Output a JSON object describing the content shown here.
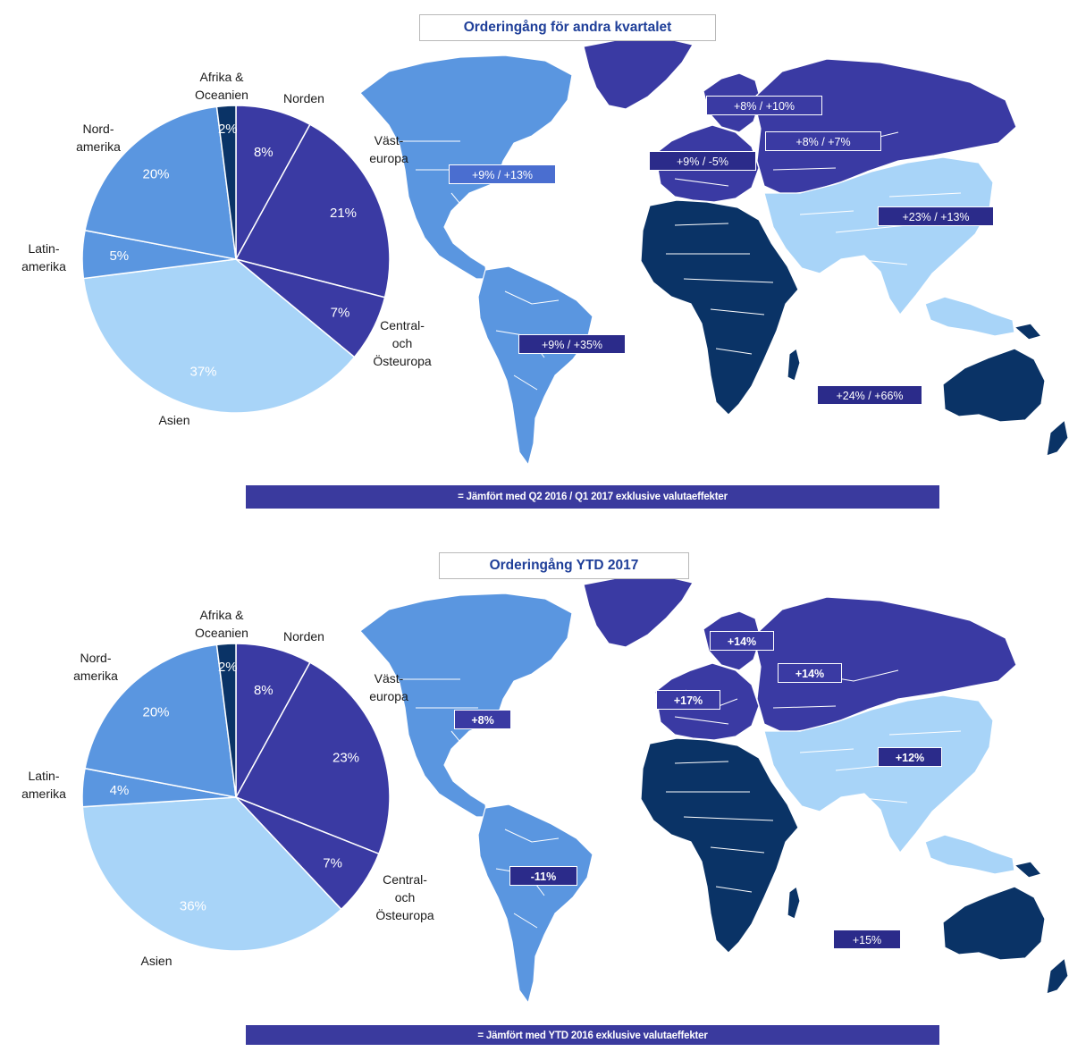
{
  "colors": {
    "nordic": "#3a3aa3",
    "western_europe": "#3a3aa3",
    "central_eastern_europe": "#3a3aa3",
    "asia": "#a8d4f8",
    "latin_america": "#5a96e0",
    "north_america": "#5a96e0",
    "africa_oceania": "#0a3366",
    "bar": "#3a3a9e"
  },
  "chart_data": [
    {
      "type": "pie",
      "title": "Orderingång för andra kvartalet",
      "slices": [
        {
          "name": "Norden",
          "value": 8,
          "label": "8%"
        },
        {
          "name": "Väst-\neuropa",
          "value": 21,
          "label": "21%"
        },
        {
          "name": "Central-\noch\nÖsteuropa",
          "value": 7,
          "label": "7%"
        },
        {
          "name": "Asien",
          "value": 37,
          "label": "37%"
        },
        {
          "name": "Latin-\namerika",
          "value": 5,
          "label": "5%"
        },
        {
          "name": "Nord-\namerika",
          "value": 20,
          "label": "20%"
        },
        {
          "name": "Afrika &\nOceanien",
          "value": 2,
          "label": "2%"
        }
      ],
      "map_labels": {
        "nordic": "+8% / +10%",
        "central_eastern_europe": "+8% / +7%",
        "western_europe": "+9% / -5%",
        "north_america": "+9% / +13%",
        "asia": "+23% / +13%",
        "latin_america": "+9% / +35%",
        "africa_oceania": "+24% / +66%"
      },
      "footer": "= Jämfört med Q2 2016 / Q1 2017 exklusive valutaeffekter"
    },
    {
      "type": "pie",
      "title": "Orderingång YTD 2017",
      "slices": [
        {
          "name": "Norden",
          "value": 8,
          "label": "8%"
        },
        {
          "name": "Väst-\neuropa",
          "value": 23,
          "label": "23%"
        },
        {
          "name": "Central-\noch\nÖsteuropa",
          "value": 7,
          "label": "7%"
        },
        {
          "name": "Asien",
          "value": 36,
          "label": "36%"
        },
        {
          "name": "Latin-\namerika",
          "value": 4,
          "label": "4%"
        },
        {
          "name": "Nord-\namerika",
          "value": 20,
          "label": "20%"
        },
        {
          "name": "Afrika &\nOceanien",
          "value": 2,
          "label": "2%"
        }
      ],
      "map_labels": {
        "nordic": "+14%",
        "central_eastern_europe": "+14%",
        "western_europe": "+17%",
        "north_america": "+8%",
        "asia": "+12%",
        "latin_america": "-11%",
        "africa_oceania": "+15%"
      },
      "footer": "= Jämfört med YTD 2016 exklusive valutaeffekter"
    }
  ]
}
